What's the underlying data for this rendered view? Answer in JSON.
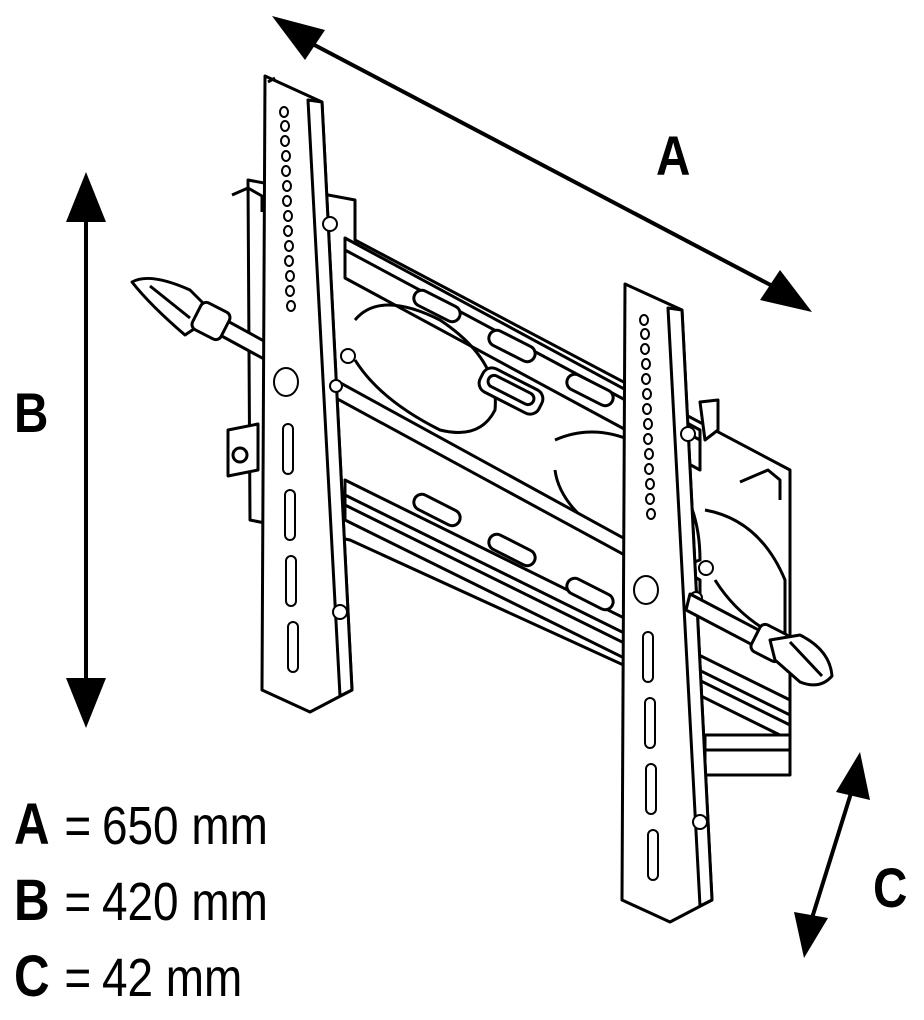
{
  "labels": {
    "a": "A",
    "b": "B",
    "c": "C"
  },
  "legend": [
    {
      "key": "A",
      "eq": "=",
      "value": "650 mm"
    },
    {
      "key": "B",
      "eq": "=",
      "value": "420 mm"
    },
    {
      "key": "C",
      "eq": "=",
      "value": "42 mm"
    }
  ],
  "colors": {
    "line": "#000000",
    "fill": "#ffffff",
    "shade": "#e8e8e8"
  },
  "icons": {
    "mount": "tv-wall-mount-icon",
    "arrow": "double-arrow-icon"
  }
}
